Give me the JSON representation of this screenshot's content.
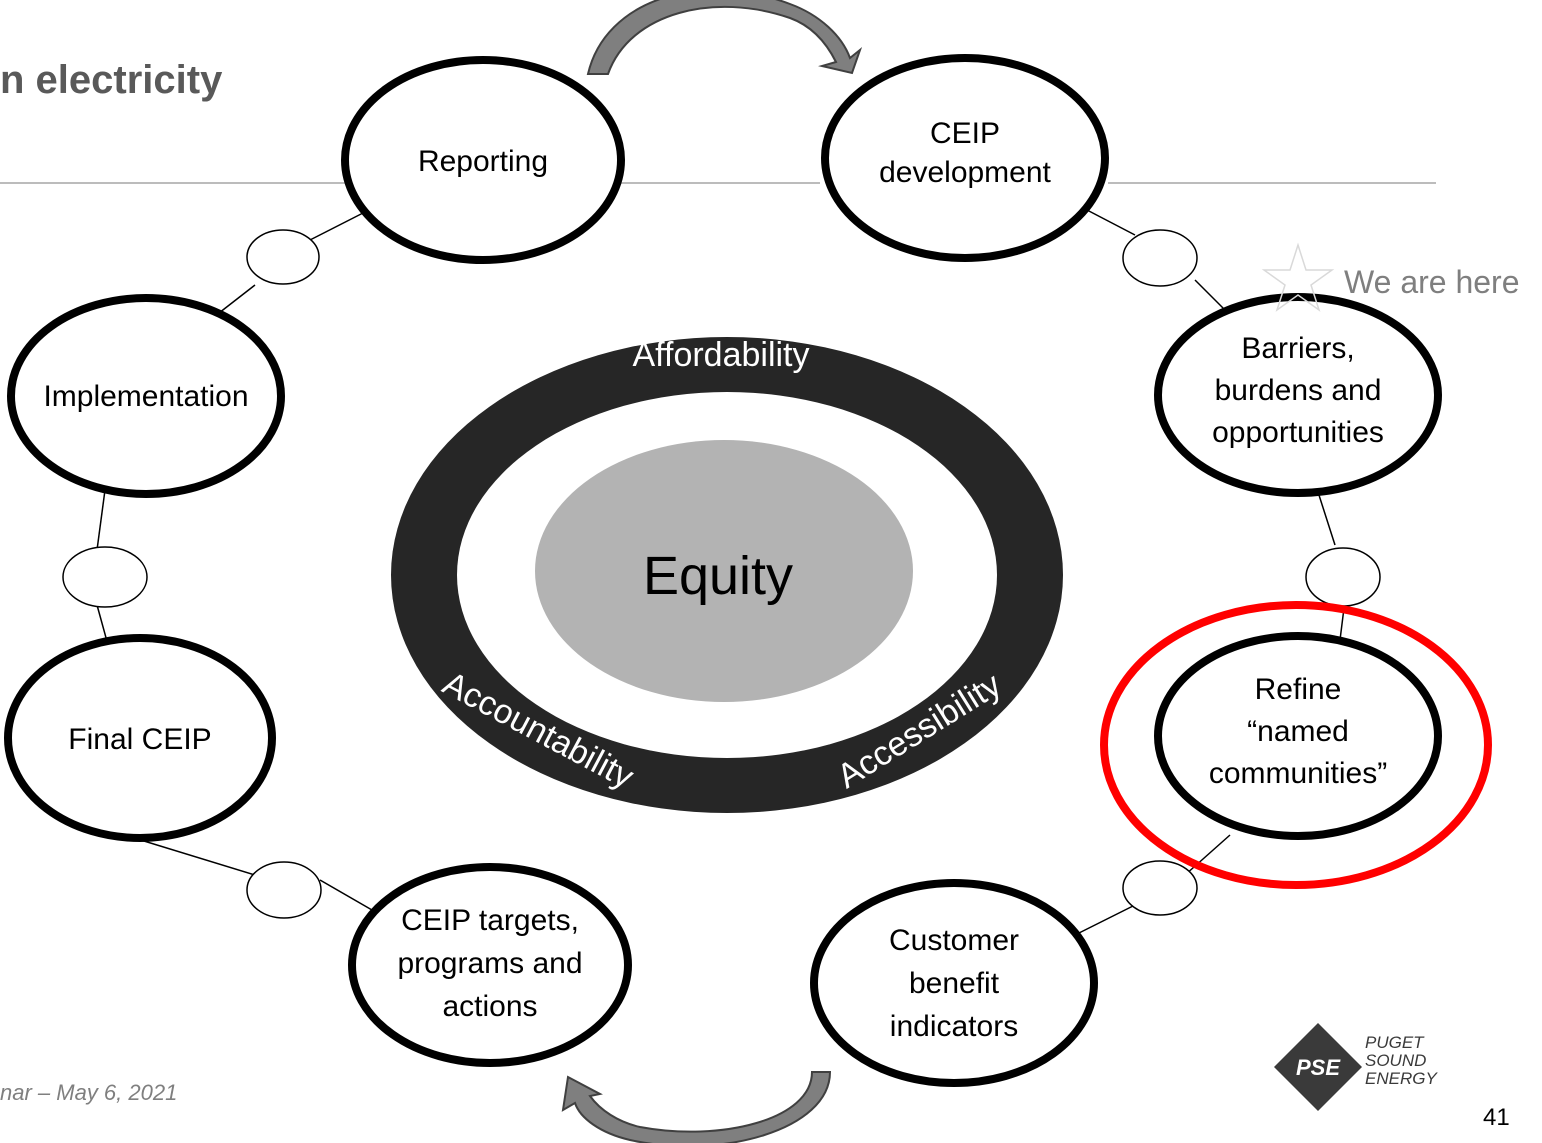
{
  "title": "n electricity",
  "footer": "nar – May 6, 2021",
  "page_number": "41",
  "center": {
    "label": "Equity",
    "ring_top": "Affordability",
    "ring_left": "Accountability",
    "ring_right": "Accessibility"
  },
  "nodes": {
    "reporting": [
      "Reporting"
    ],
    "ceip_development": [
      "CEIP",
      "development"
    ],
    "barriers": [
      "Barriers,",
      "burdens and",
      "opportunities"
    ],
    "refine": [
      "Refine",
      "“named",
      "communities”"
    ],
    "customer": [
      "Customer",
      "benefit",
      "indicators"
    ],
    "targets": [
      "CEIP targets,",
      "programs and",
      "actions"
    ],
    "final": [
      "Final CEIP"
    ],
    "implementation": [
      "Implementation"
    ]
  },
  "marker": {
    "label": "We are here",
    "icon": "star-outline-icon"
  },
  "highlight_color": "#ff0000",
  "logo": {
    "mark": "PSE",
    "line1": "PUGET",
    "line2": "SOUND",
    "line3": "ENERGY"
  }
}
